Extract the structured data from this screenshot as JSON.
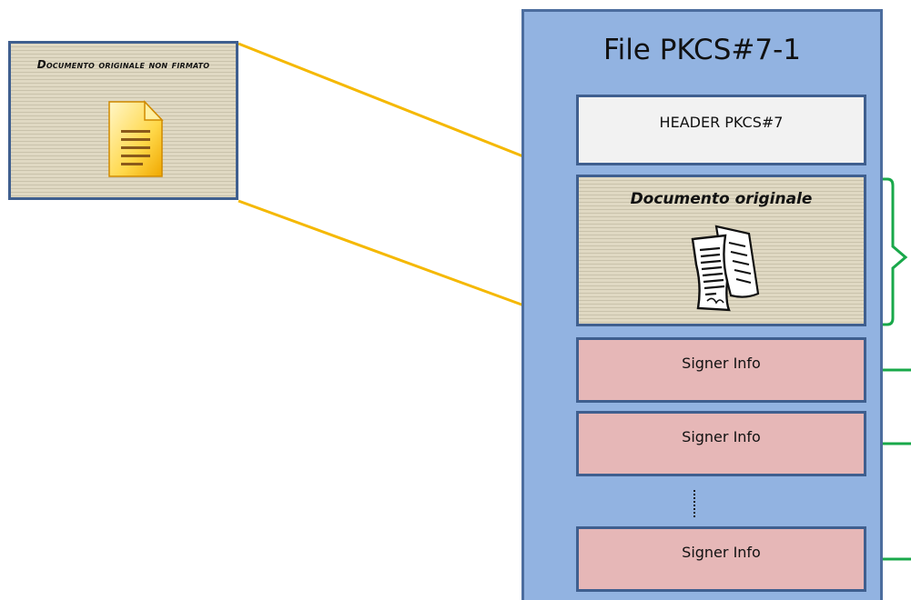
{
  "source_document": {
    "title": "Documento originale non firmato",
    "icon": "document-icon"
  },
  "container": {
    "title": "File PKCS#7-1",
    "header_label": "HEADER PKCS#7",
    "original_label": "Documento originale",
    "original_icon": "pages-icon",
    "signer_blocks": [
      {
        "label": "Signer Info"
      },
      {
        "label": "Signer Info"
      },
      {
        "label": "Signer Info"
      }
    ]
  },
  "colors": {
    "container_fill": "#92b3e1",
    "border": "#3f5f8f",
    "header_fill": "#f2f2f2",
    "signer_fill": "#e6b7b7",
    "connector_yellow": "#f5b800",
    "bracket_green": "#19a84a"
  }
}
